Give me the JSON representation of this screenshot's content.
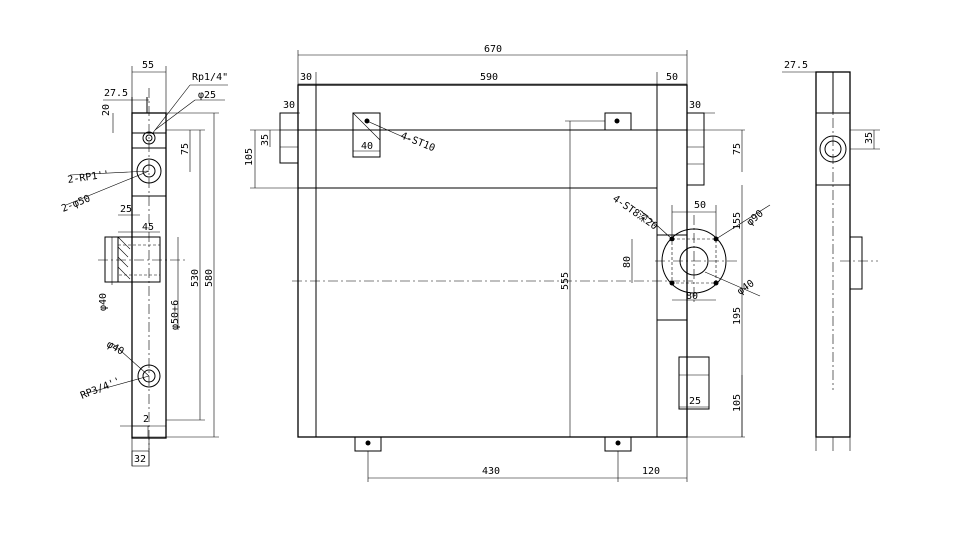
{
  "dimensions": {
    "overall_width": "670",
    "left_margin": "30",
    "core_width": "590",
    "right_margin": "50",
    "side_left_55": "55",
    "side_left_27_5": "27.5",
    "side_left_20": "20",
    "side_left_75": "75",
    "side_left_25": "25",
    "side_left_45": "45",
    "side_left_530": "530",
    "side_left_580": "580",
    "side_left_2": "2",
    "side_left_32": "32",
    "front_30_tab": "30",
    "front_35": "35",
    "front_105_top": "105",
    "front_40": "40",
    "front_555": "555",
    "right_30": "30",
    "right_75": "75",
    "right_50": "50",
    "right_155": "155",
    "right_80_v": "80",
    "right_80_h": "80",
    "right_195": "195",
    "right_25": "25",
    "right_105": "105",
    "bottom_430": "430",
    "bottom_120": "120",
    "rs_27_5": "27.5",
    "rs_35": "35"
  },
  "callouts": {
    "rp1_4": "Rp1/4\"",
    "phi25": "φ25",
    "rp1": "2-RP1''",
    "phi50": "2-φ50",
    "phi40_left": "φ40",
    "phi50_6": "φ50+6",
    "rp3_4": "RP3/4''",
    "st10": "4-ST10",
    "st8": "4-ST8深20",
    "phi90": "φ90",
    "phi40_right": "φ40",
    "phi40_side": "φ40"
  }
}
